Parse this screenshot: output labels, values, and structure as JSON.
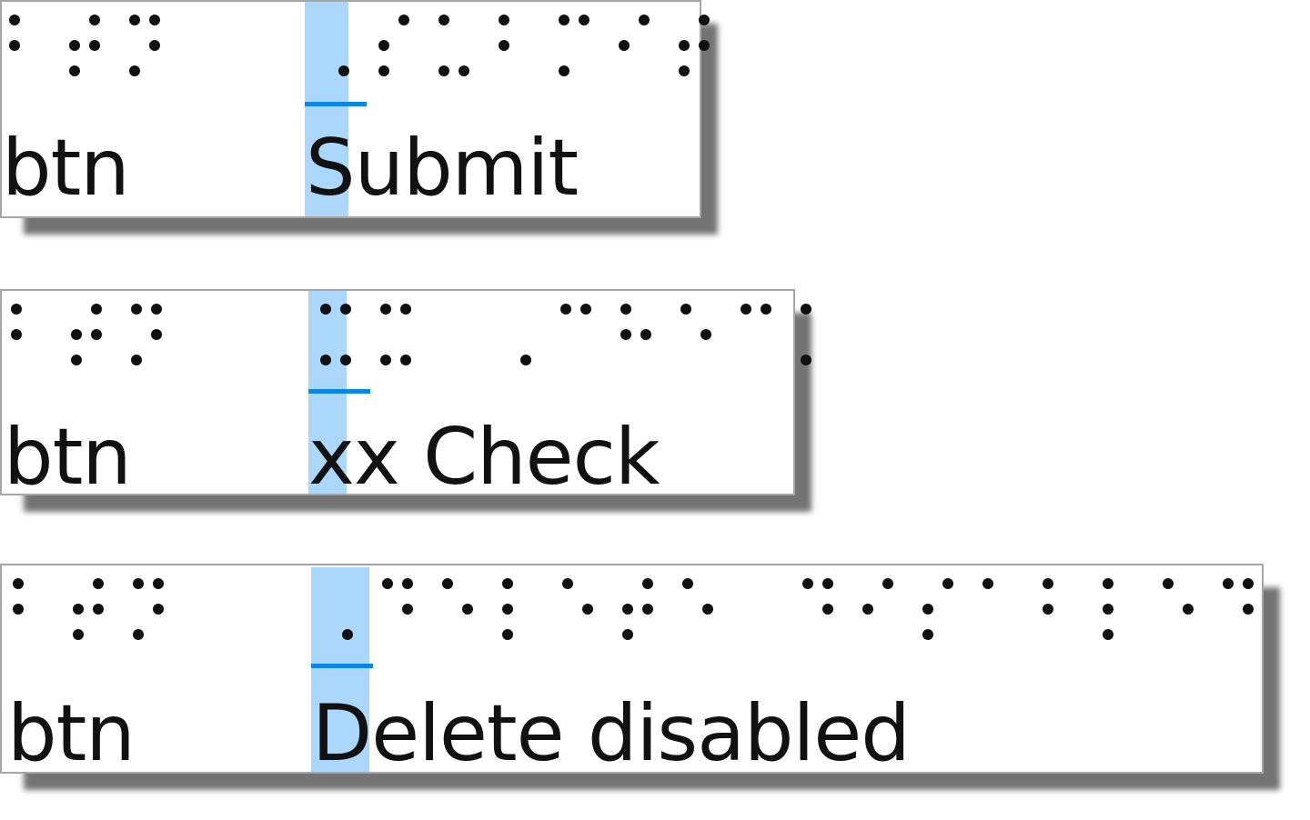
{
  "colors": {
    "highlight": "#aad7fb",
    "cursor": "#0a86e8",
    "dot": "#111111",
    "border": "#a6a6a6"
  },
  "cells": [
    {
      "role": "btn",
      "text": "Submit",
      "braille_role": "⠃⠞⠝",
      "braille_text": "⠠⠎⠥⠃⠍⠊⠞",
      "cursor_index": 0
    },
    {
      "role": "btn",
      "text": "xx Check",
      "braille_role": "⠃⠞⠝",
      "braille_text": "⠭⠭ ⠠⠉⠓⠑⠉⠅",
      "cursor_index": 0
    },
    {
      "role": "btn",
      "text": "Delete disabled",
      "braille_role": "⠃⠞⠝",
      "braille_text": "⠠⠙⠑⠇⠑⠞⠑ ⠙⠊⠎⠁⠃⠇⠑⠙",
      "cursor_index": 0
    }
  ]
}
